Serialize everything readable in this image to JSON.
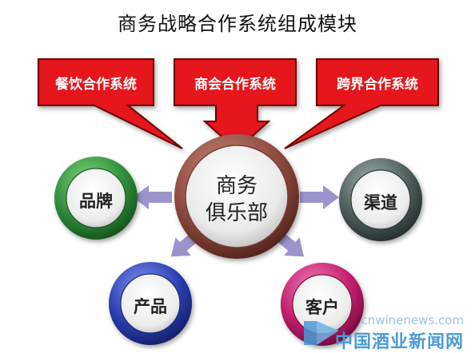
{
  "title": "商务战略合作系统组成模块",
  "callouts": [
    {
      "id": "catering",
      "label": "餐饮合作系统"
    },
    {
      "id": "business",
      "label": "商会合作系统"
    },
    {
      "id": "crossover",
      "label": "跨界合作系统"
    }
  ],
  "center": {
    "line1": "商务",
    "line2": "俱乐部"
  },
  "nodes": [
    {
      "id": "brand",
      "label": "品牌"
    },
    {
      "id": "channel",
      "label": "渠道"
    },
    {
      "id": "product",
      "label": "产品"
    },
    {
      "id": "customer",
      "label": "客户"
    }
  ],
  "watermark": {
    "url": "cnwinenews.com",
    "name": "中国酒业新闻网"
  },
  "colors": {
    "callout_fill": "#e5161c",
    "callout_stroke": "#6b0606",
    "center_ring": "#8d4a3e",
    "brand_ring": "#2f8c3a",
    "channel_ring": "#4d5d5a",
    "product_ring": "#2b3fb0",
    "customer_ring": "#c21e6c",
    "arrow": "#9b94cc"
  }
}
